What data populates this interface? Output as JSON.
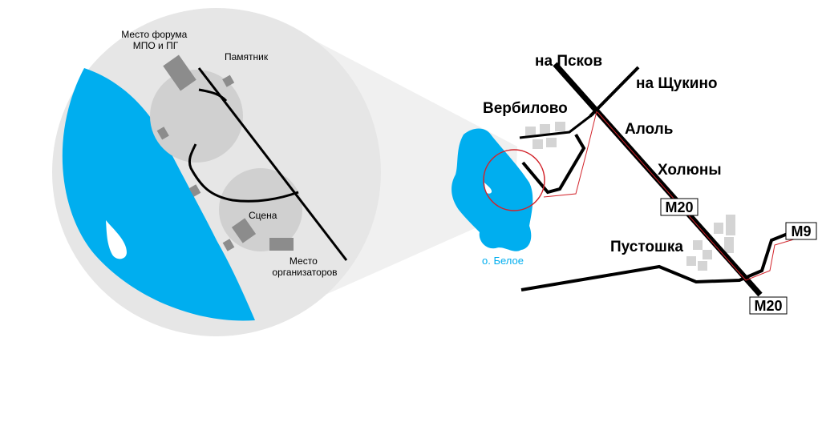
{
  "detail_labels": {
    "forum_site": [
      "Место форума",
      "МПО и ПГ"
    ],
    "monument": "Памятник",
    "stage": "Сцена",
    "organizers_site": [
      "Место",
      "организаторов"
    ]
  },
  "overview_labels": {
    "to_pskov": "на Псков",
    "to_shchukino": "на Щукино",
    "verbilovo": "Вербилово",
    "alol": "Алоль",
    "kholyuny": "Холюны",
    "pustoshka": "Пустошка",
    "lake": "о. Белое"
  },
  "road_badges": {
    "m20_upper": "М20",
    "m20_lower": "М20",
    "m9": "М9"
  },
  "colors": {
    "water": "#00aeef",
    "lake_label": "#00aeef",
    "zoom_circle": "#d2232a",
    "route": "#d2232a",
    "detail_bg": "#e6e6e6",
    "zone": "#d0d0d0",
    "building": "#8c8c8c",
    "village_block": "#d4d4d4",
    "road": "#000000"
  }
}
